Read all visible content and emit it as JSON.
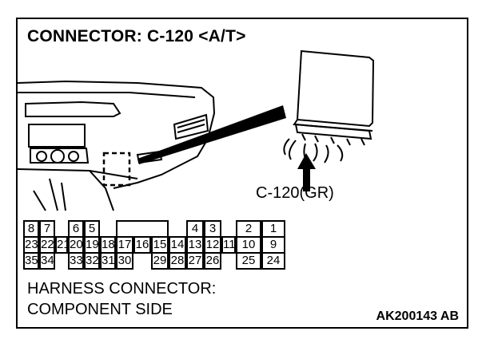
{
  "title": "CONNECTOR: C-120 <A/T>",
  "callout_label": "C-120(GR)",
  "harness_line1": "HARNESS CONNECTOR:",
  "harness_line2": "COMPONENT SIDE",
  "figure_code": "AK200143 AB",
  "pins": {
    "row1": [
      "8",
      "7",
      "6",
      "5",
      "4",
      "3",
      "2",
      "1"
    ],
    "row2": [
      "23",
      "22",
      "21",
      "20",
      "19",
      "18",
      "17",
      "16",
      "15",
      "14",
      "13",
      "12",
      "11",
      "10",
      "9"
    ],
    "row3": [
      "35",
      "34",
      "33",
      "32",
      "31",
      "30",
      "29",
      "28",
      "27",
      "26",
      "25",
      "24"
    ]
  }
}
